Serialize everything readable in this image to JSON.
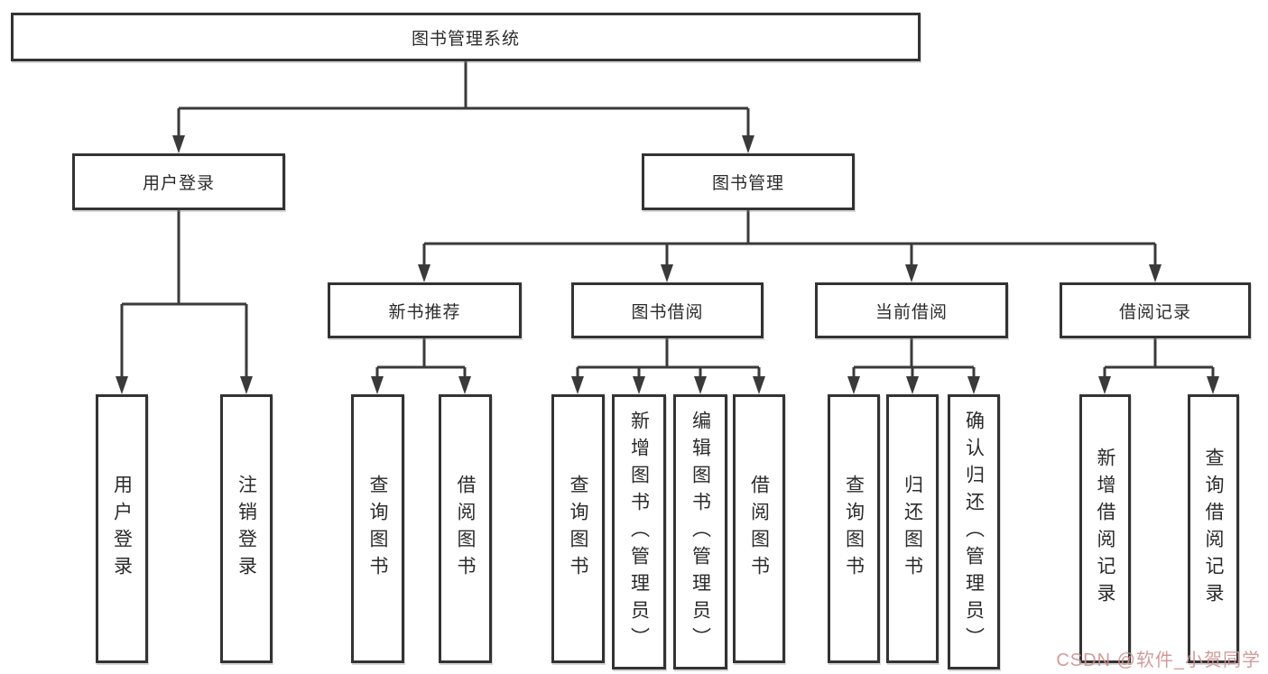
{
  "nodes": {
    "root": {
      "label": "图书管理系统"
    },
    "userLogin": {
      "label": "用户登录"
    },
    "bookMgmt": {
      "label": "图书管理"
    },
    "newBookRec": {
      "label": "新书推荐"
    },
    "bookBorrow": {
      "label": "图书借阅"
    },
    "currentBorrow": {
      "label": "当前借阅"
    },
    "borrowRecord": {
      "label": "借阅记录"
    },
    "leafUserLogin": {
      "label": "用户登录"
    },
    "leafLogout": {
      "label": "注销登录"
    },
    "leafNewQuery": {
      "label": "查询图书"
    },
    "leafNewBorrow": {
      "label": "借阅图书"
    },
    "leafBorQuery": {
      "label": "查询图书"
    },
    "leafBorAdd": {
      "label": "新增图书（管理员）"
    },
    "leafBorEdit": {
      "label": "编辑图书（管理员）"
    },
    "leafBorBorrow": {
      "label": "借阅图书"
    },
    "leafCurQuery": {
      "label": "查询图书"
    },
    "leafCurReturn": {
      "label": "归还图书"
    },
    "leafCurConfirm": {
      "label": "确认归还（管理员）"
    },
    "leafRecAdd": {
      "label": "新增借阅记录"
    },
    "leafRecQuery": {
      "label": "查询借阅记录"
    }
  },
  "watermark": {
    "text": "CSDN @软件_小贺同学"
  },
  "colors": {
    "line": "#3a3a3a",
    "box_border": "#333333",
    "text": "#2b2b2b",
    "watermark": "#ce9090",
    "background": "#ffffff"
  }
}
